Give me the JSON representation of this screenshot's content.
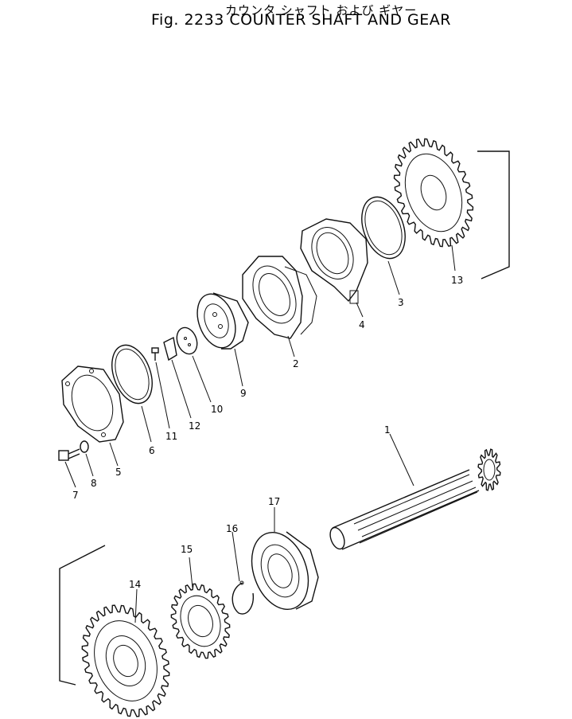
{
  "title": {
    "japanese": "カウンタ シャフト および ギヤー",
    "english": "Fig. 2233 COUNTER SHAFT AND GEAR"
  },
  "parts": [
    {
      "key": "p1",
      "number": "1"
    },
    {
      "key": "p2",
      "number": "2"
    },
    {
      "key": "p3",
      "number": "3"
    },
    {
      "key": "p4",
      "number": "4"
    },
    {
      "key": "p5",
      "number": "5"
    },
    {
      "key": "p6",
      "number": "6"
    },
    {
      "key": "p7",
      "number": "7"
    },
    {
      "key": "p8",
      "number": "8"
    },
    {
      "key": "p9",
      "number": "9"
    },
    {
      "key": "p10",
      "number": "10"
    },
    {
      "key": "p11",
      "number": "11"
    },
    {
      "key": "p12",
      "number": "12"
    },
    {
      "key": "p13",
      "number": "13"
    },
    {
      "key": "p14",
      "number": "14"
    },
    {
      "key": "p15",
      "number": "15"
    },
    {
      "key": "p16",
      "number": "16"
    },
    {
      "key": "p17",
      "number": "17"
    }
  ]
}
